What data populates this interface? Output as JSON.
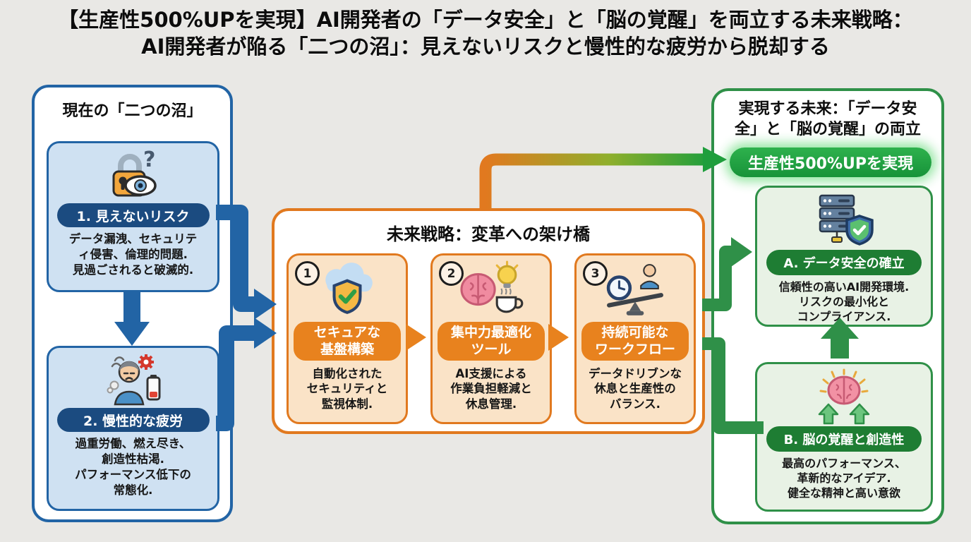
{
  "title": {
    "line1": "【生産性500%UPを実現】AI開発者の「データ安全」と「脳の覚醒」を両立する未来戦略：",
    "line2": "AI開発者が陥る「二つの沼」：見えないリスクと慢性的な疲労から脱却する"
  },
  "left_panel": {
    "heading": "現在の「二つの沼」",
    "items": [
      {
        "label": "1. 見えないリスク",
        "icon": "lock-eye-question-icon",
        "question_glyph": "?",
        "description_lines": [
          "データ漏洩、セキュリテ",
          "ィ侵害、倫理的問題.",
          "見過ごされると破滅的."
        ]
      },
      {
        "label": "2. 慢性的な疲労",
        "icon": "burnout-person-icon",
        "description_lines": [
          "過重労働、燃え尽き、",
          "創造性枯渇.",
          "パフォーマンス低下の",
          "常態化."
        ]
      }
    ]
  },
  "middle_panel": {
    "heading": "未来戦略：変革への架け橋",
    "steps": [
      {
        "number": "1",
        "label_lines": [
          "セキュアな",
          "基盤構築"
        ],
        "icon": "cloud-shield-check-icon",
        "description_lines": [
          "自動化された",
          "セキュリティと",
          "監視体制."
        ]
      },
      {
        "number": "2",
        "label_lines": [
          "集中力最適化",
          "ツール"
        ],
        "icon": "brain-idea-coffee-icon",
        "description_lines": [
          "AI支援による",
          "作業負担軽減と",
          "休息管理."
        ]
      },
      {
        "number": "3",
        "label_lines": [
          "持続可能な",
          "ワークフロー"
        ],
        "icon": "time-balance-icon",
        "description_lines": [
          "データドリブンな",
          "休息と生産性の",
          "バランス."
        ]
      }
    ]
  },
  "right_panel": {
    "heading_lines": [
      "実現する未来：「データ安",
      "全」と「脳の覚醒」の両立"
    ],
    "highlight_pill": "生産性500%UPを実現",
    "outcomes": [
      {
        "label": "A. データ安全の確立",
        "icon": "server-shield-check-icon",
        "description_lines": [
          "信頼性の高いAI開発環境.",
          "リスクの最小化と",
          "コンプライアンス."
        ]
      },
      {
        "label": "B. 脳の覚醒と創造性",
        "icon": "awakened-brain-icon",
        "description_lines": [
          "最高のパフォーマンス、",
          "革新的なアイデア.",
          "健全な精神と高い意欲"
        ]
      }
    ]
  },
  "colors": {
    "background": "#e9e8e5",
    "blue_border": "#2264a5",
    "blue_fill": "#cfe1f2",
    "navy_pill": "#1b4b80",
    "orange_border": "#e1791f",
    "orange_fill": "#fae3c7",
    "orange_pill": "#e8821e",
    "green_border": "#2f9048",
    "green_fill": "#e8f2e5",
    "green_pill": "#1e7d33",
    "highlight_green": "#1fa33c"
  }
}
